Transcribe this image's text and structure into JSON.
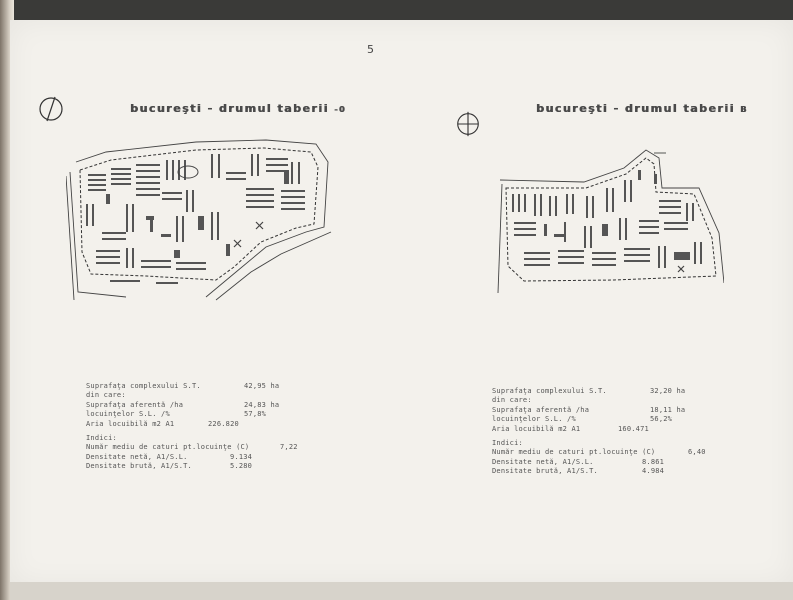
{
  "page_number": "5",
  "left": {
    "title": "bucureşti - drumul taberii",
    "title_suffix": "-0",
    "stats": [
      {
        "label": "Suprafaţa complexului S.T.",
        "value": "42,95 ha"
      },
      {
        "label": "din care:",
        "value": ""
      },
      {
        "label": "Suprafaţa aferentă /ha",
        "value": "24,83 ha"
      },
      {
        "label": "locuinţelor S.L.     /%",
        "value": "57,8%"
      },
      {
        "label": "Aria locuibilă  m2 A1",
        "value": "226.820"
      }
    ],
    "indices_header": "Indici:",
    "indices": [
      {
        "label": "Număr mediu de caturi pt.locuinţe (C)",
        "value": "7,22"
      },
      {
        "label": "Densitate netă, A1/S.L.",
        "value": "9.134"
      },
      {
        "label": "Densitate brută, A1/S.T.",
        "value": "5.280"
      }
    ]
  },
  "right": {
    "title": "bucureşti - drumul taberii",
    "title_suffix": "B",
    "stats": [
      {
        "label": "Suprafaţa complexului S.T.",
        "value": "32,20 ha"
      },
      {
        "label": "din care:",
        "value": ""
      },
      {
        "label": "Suprafaţa aferentă /ha",
        "value": "18,11 ha"
      },
      {
        "label": "locuinţelor S.L.     /%",
        "value": "56,2%"
      },
      {
        "label": "Aria locuibilă  m2 A1",
        "value": "160.471"
      }
    ],
    "indices_header": "Indici:",
    "indices": [
      {
        "label": "Număr mediu de caturi pt.locuinţe (C)",
        "value": "6,40"
      },
      {
        "label": "Densitate netă, A1/S.L.",
        "value": "8.861"
      },
      {
        "label": "Densitate brută, A1/S.T.",
        "value": "4.984"
      }
    ]
  }
}
